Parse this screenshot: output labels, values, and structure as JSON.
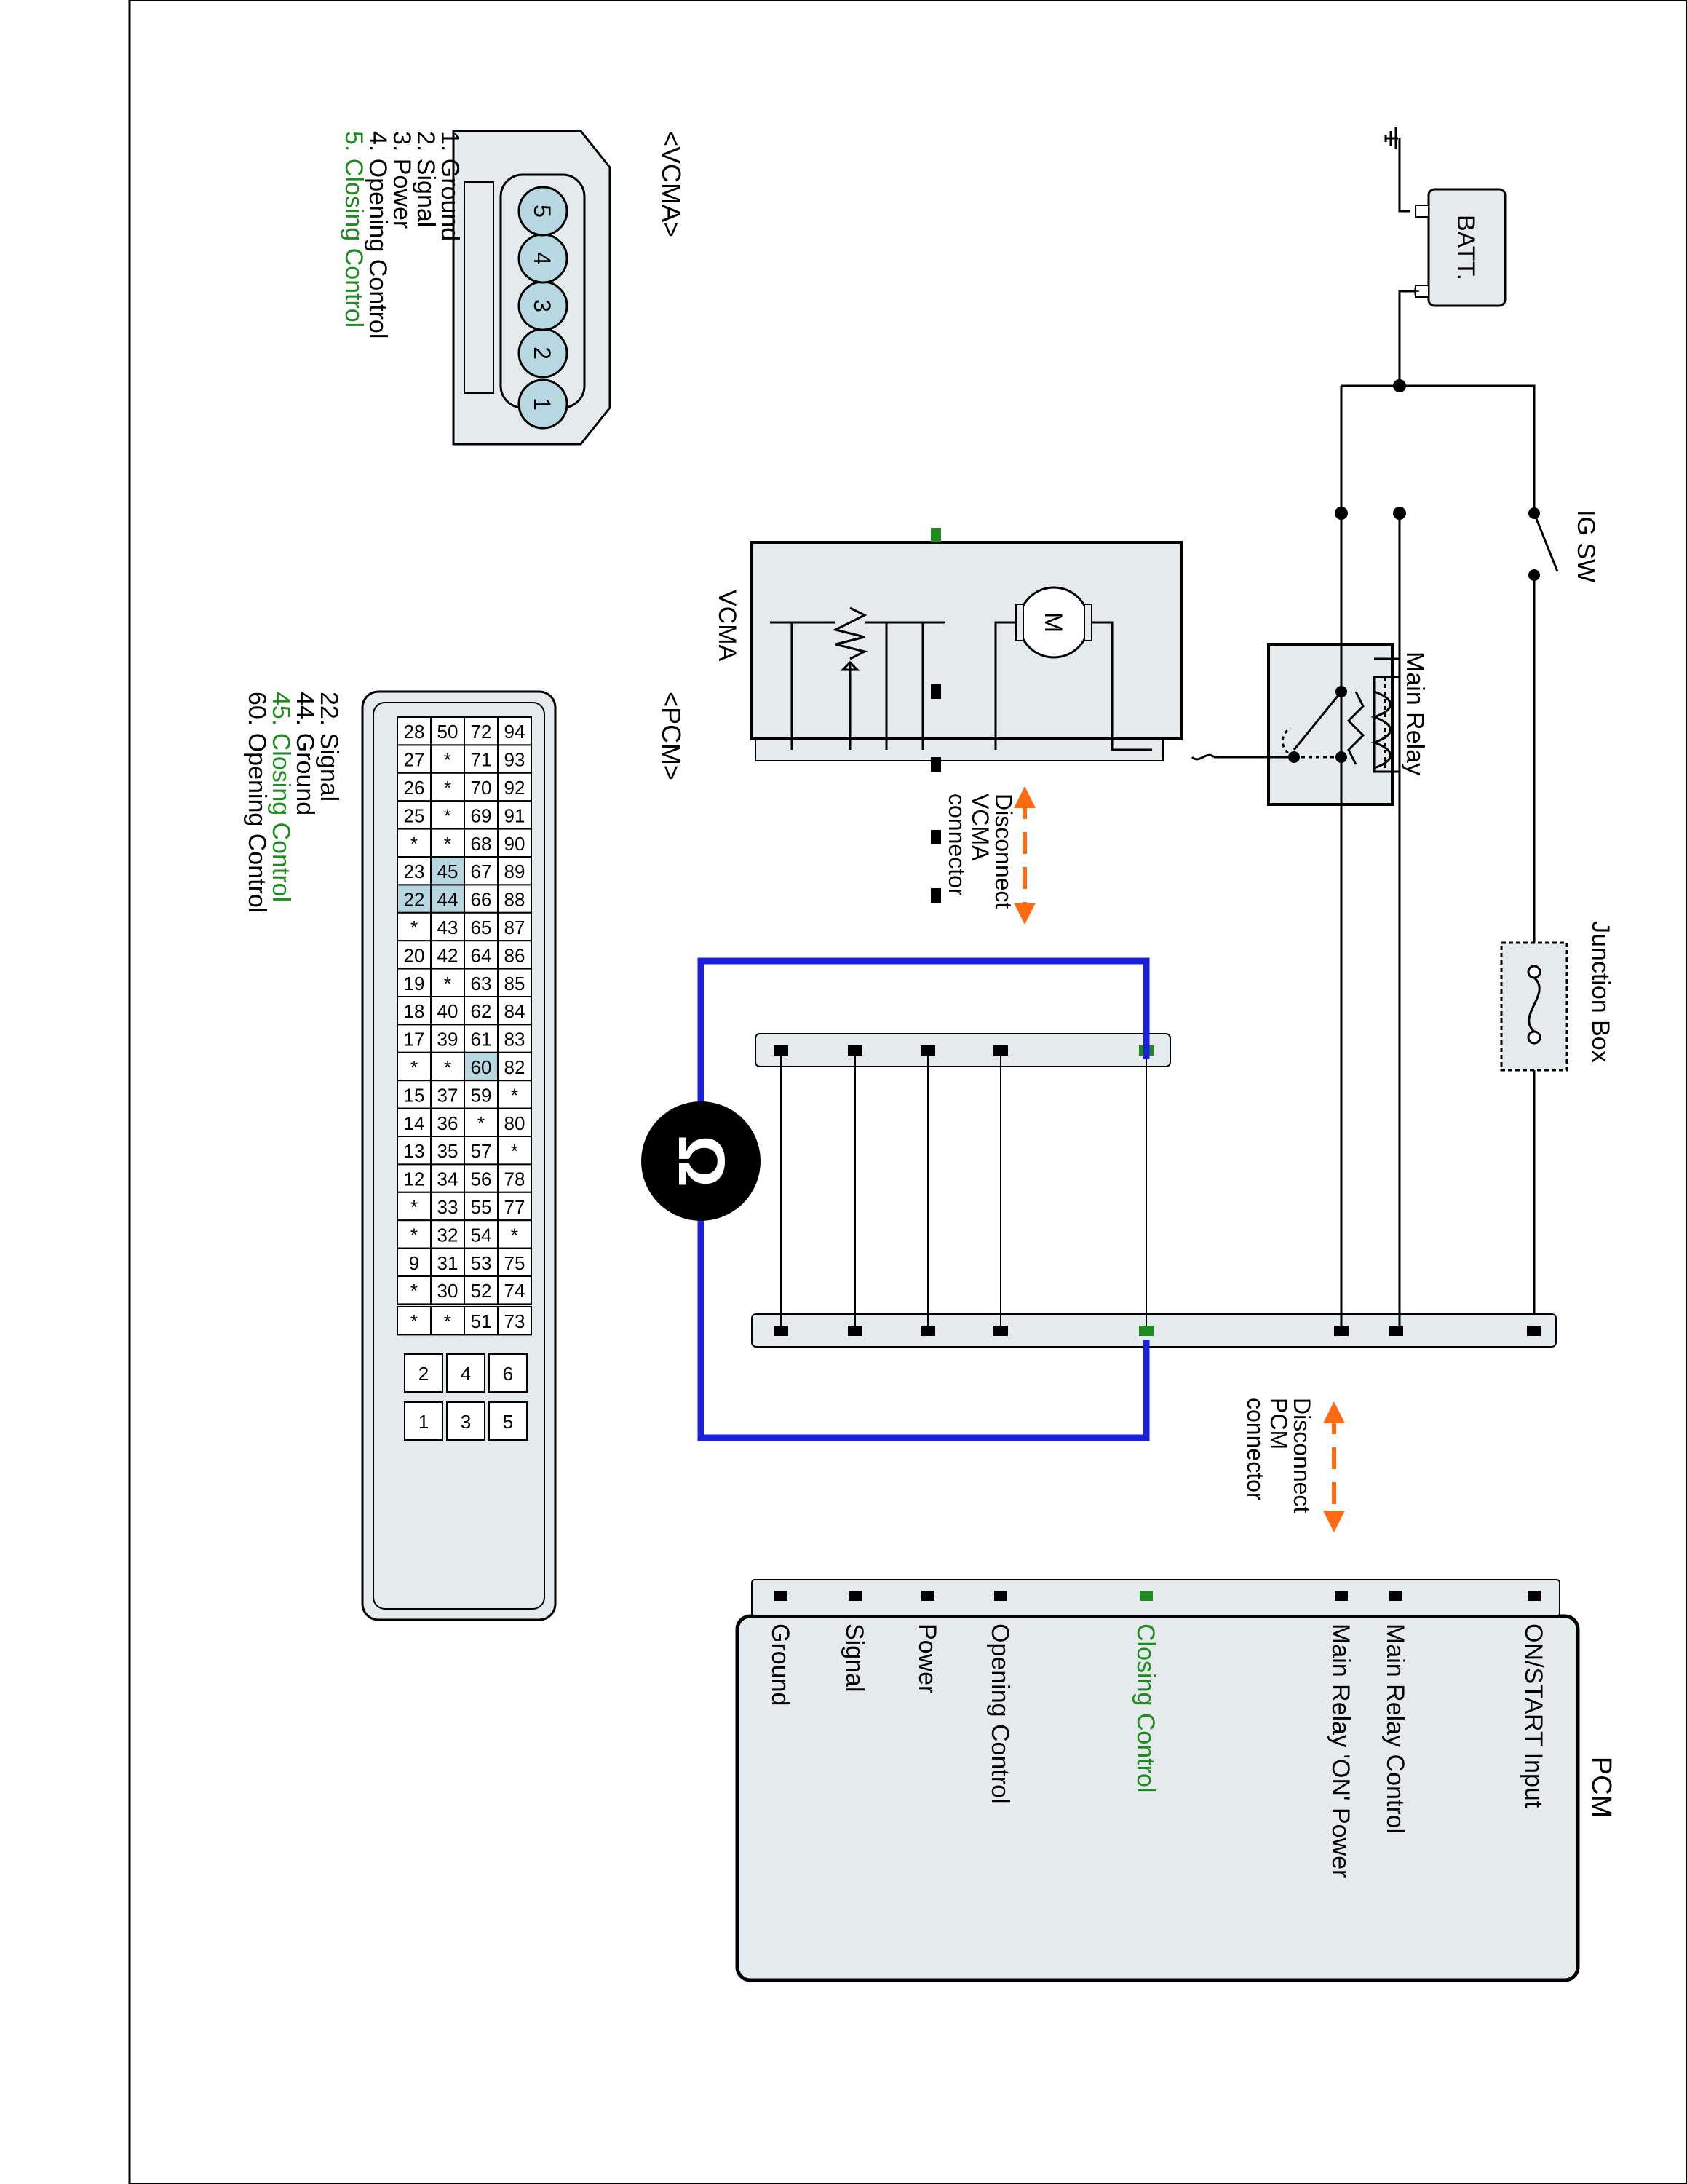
{
  "colors": {
    "line": "#000000",
    "box_fill": "#e5eaec",
    "pin_fill": "#b7d7e1",
    "highlight_green": "#1f8a1f",
    "measure_blue": "#1a1fdc",
    "arrow_orange": "#ff6a13",
    "meter_fill": "#000000"
  },
  "schematic": {
    "batt": "BATT.",
    "batt_minus": "−",
    "batt_plus": "+",
    "ig_sw": "IG SW",
    "junction_box": "Junction Box",
    "main_relay": "Main Relay",
    "vcma": "VCMA",
    "motor_symbol": "M",
    "disconnect_vcma": [
      "Disconnect",
      "VCMA",
      "connector"
    ],
    "disconnect_pcm": [
      "Disconnect",
      "PCM",
      "connector"
    ],
    "meter_icon": "ohmmeter-icon"
  },
  "pcm": {
    "title": "PCM",
    "terminals": [
      {
        "label": "ON/START Input",
        "highlight": false
      },
      {
        "label": "Main Relay Control",
        "highlight": false
      },
      {
        "label": "Main Relay  'ON' Power",
        "highlight": false
      },
      {
        "label": "Closing Control",
        "highlight": true
      },
      {
        "label": "Opening Control",
        "highlight": false
      },
      {
        "label": "Power",
        "highlight": false
      },
      {
        "label": "Signal",
        "highlight": false
      },
      {
        "label": "Ground",
        "highlight": false
      }
    ]
  },
  "vcma_connector": {
    "title": "<VCMA>",
    "pins": [
      "1",
      "2",
      "3",
      "4",
      "5"
    ],
    "legend": [
      {
        "text": "1. Ground",
        "highlight": false
      },
      {
        "text": "2. Signal",
        "highlight": false
      },
      {
        "text": "3. Power",
        "highlight": false
      },
      {
        "text": "4. Opening Control",
        "highlight": false
      },
      {
        "text": "5. Closing Control",
        "highlight": true
      }
    ]
  },
  "pcm_connector": {
    "title": "<PCM>",
    "grid_rows": [
      [
        "94",
        "93",
        "92",
        "91",
        "90",
        "89",
        "88",
        "87",
        "86",
        "85",
        "84",
        "83",
        "82",
        "*",
        "80",
        "*",
        "78",
        "77",
        "*",
        "75",
        "74"
      ],
      [
        "72",
        "71",
        "70",
        "69",
        "68",
        "67",
        "66",
        "65",
        "64",
        "63",
        "62",
        "61",
        "60",
        "59",
        "*",
        "57",
        "56",
        "55",
        "54",
        "53",
        "52"
      ],
      [
        "50",
        "*",
        "*",
        "*",
        "*",
        "45",
        "44",
        "43",
        "42",
        "*",
        "40",
        "39",
        "*",
        "37",
        "36",
        "35",
        "34",
        "33",
        "32",
        "31",
        "30"
      ],
      [
        "28",
        "27",
        "26",
        "25",
        "*",
        "23",
        "22",
        "*",
        "20",
        "19",
        "18",
        "17",
        "*",
        "15",
        "14",
        "13",
        "12",
        "*",
        "*",
        "9",
        "*"
      ]
    ],
    "highlighted": [
      "45",
      "44",
      "22",
      "60"
    ],
    "side_block": [
      [
        "73",
        "51",
        "*",
        "*"
      ]
    ],
    "power_pins": [
      [
        "6",
        "4",
        "2"
      ],
      [
        "5",
        "3",
        "1"
      ]
    ],
    "legend": [
      {
        "text": "22. Signal",
        "highlight": false
      },
      {
        "text": "44. Ground",
        "highlight": false
      },
      {
        "text": "45. Closing Control",
        "highlight": true
      },
      {
        "text": "60. Opening Control",
        "highlight": false
      }
    ]
  }
}
